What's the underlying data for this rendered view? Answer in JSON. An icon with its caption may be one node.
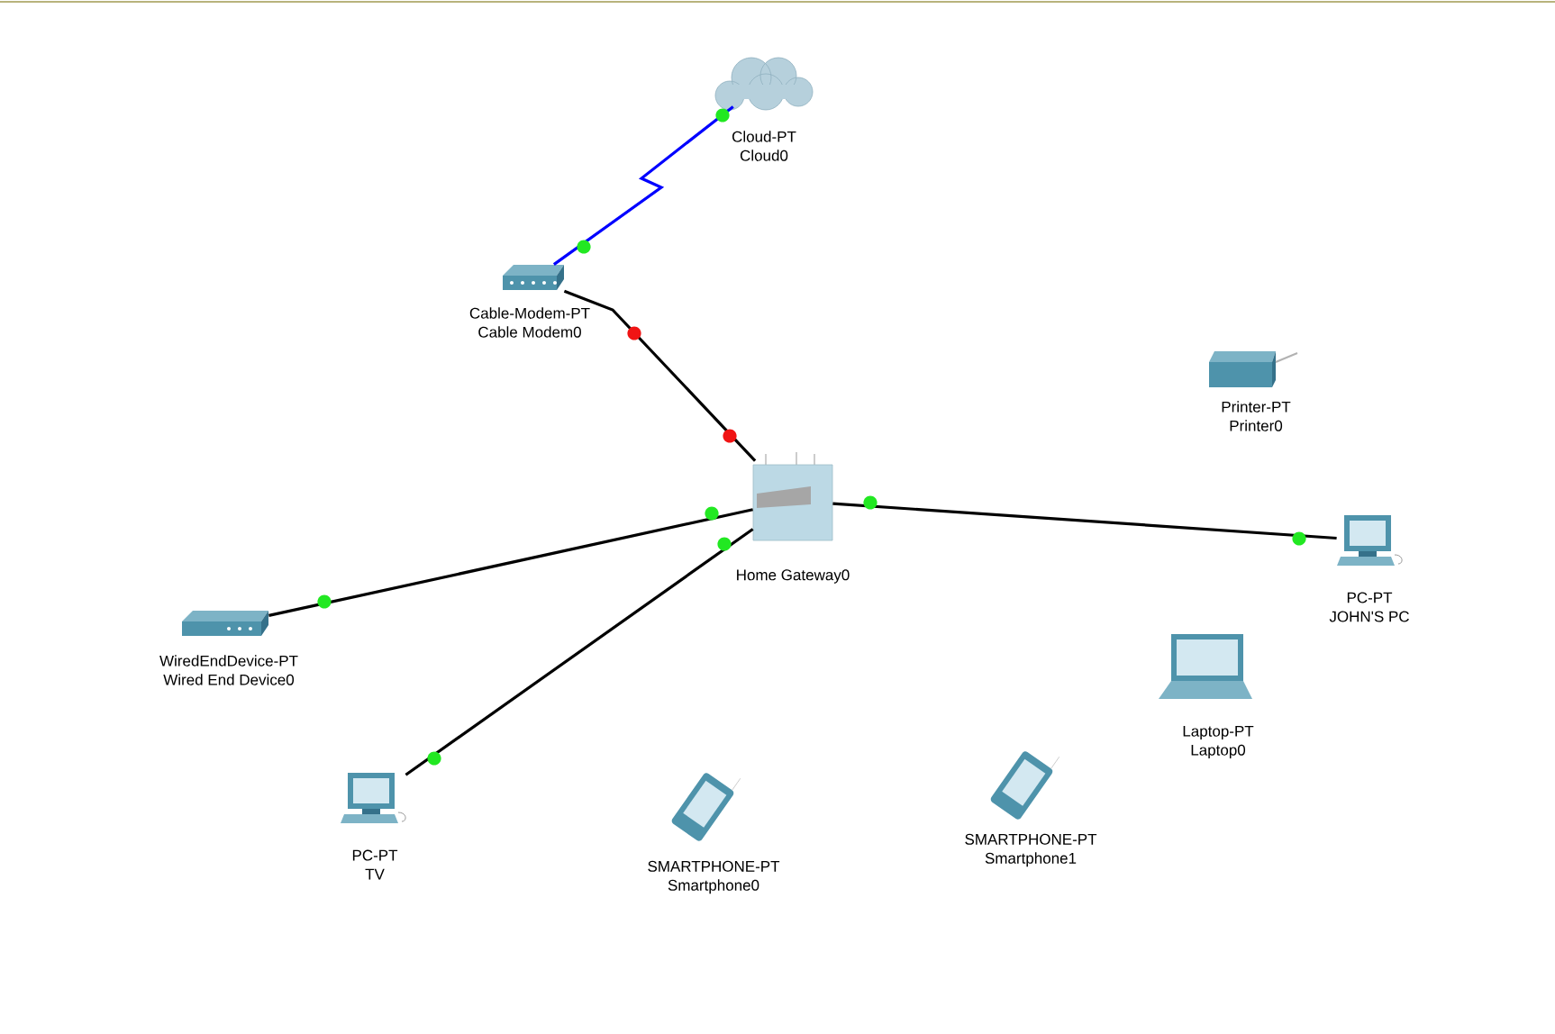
{
  "diagram": {
    "nodes": [
      {
        "text": [
          "Cloud-PT",
          "Cloud0"
        ]
      },
      {
        "text": [
          "Cable-Modem-PT",
          "Cable Modem0"
        ]
      },
      {
        "text": [
          "Home Gateway0"
        ]
      },
      {
        "text": [
          "Printer-PT",
          "Printer0"
        ]
      },
      {
        "text": [
          "PC-PT",
          "JOHN'S PC"
        ]
      },
      {
        "text": [
          "WiredEndDevice-PT",
          "Wired End Device0"
        ]
      },
      {
        "text": [
          "PC-PT",
          "TV"
        ]
      },
      {
        "text": [
          "SMARTPHONE-PT",
          "Smartphone0"
        ]
      },
      {
        "text": [
          "SMARTPHONE-PT",
          "Smartphone1"
        ]
      },
      {
        "text": [
          "Laptop-PT",
          "Laptop0"
        ]
      }
    ],
    "edges": [
      {
        "from": 1,
        "to": 0,
        "arrow": "none",
        "color": "#0000ff"
      },
      {
        "from": 1,
        "to": 2,
        "arrow": "none"
      },
      {
        "from": 2,
        "to": 4,
        "arrow": "none"
      },
      {
        "from": 2,
        "to": 5,
        "arrow": "none"
      },
      {
        "from": 2,
        "to": 6,
        "arrow": "none"
      }
    ]
  }
}
